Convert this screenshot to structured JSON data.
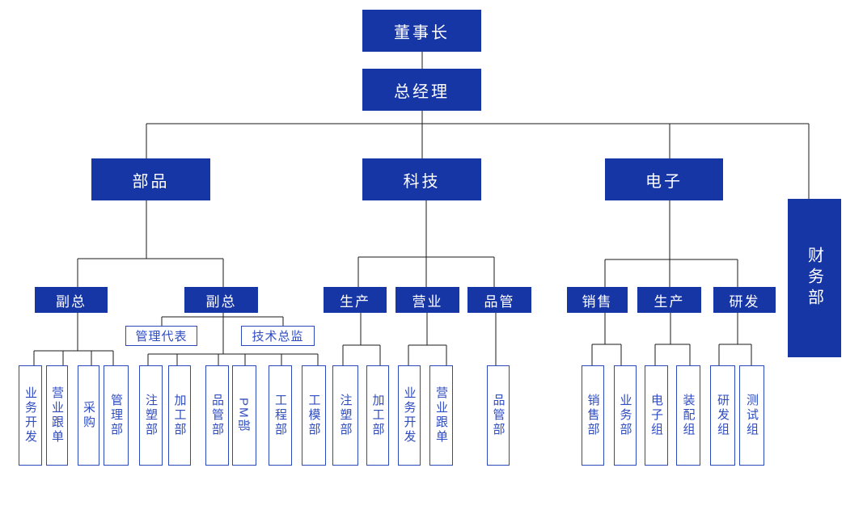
{
  "palette": {
    "filled_box_blue": "#1736a6",
    "filled_box_text": "#ffffff",
    "outline_box_border": "#2b49bb",
    "outline_box_text": "#2f4cc0",
    "connector_line": "#1a1a1a",
    "background": "#ffffff"
  },
  "org_chart": {
    "chairman": "董事长",
    "general_manager": "总经理",
    "finance": "财务部",
    "branches": [
      {
        "name": "部品",
        "sub": [
          {
            "name": "副总",
            "departments": [
              "业务开发",
              "营业跟单",
              "采购",
              "管理部"
            ]
          },
          {
            "name": "副总",
            "staff": [
              "管理代表",
              "技术总监"
            ],
            "departments": [
              "注塑部",
              "加工部",
              "品管部",
              "PM部",
              "工程部",
              "工模部"
            ]
          }
        ]
      },
      {
        "name": "科技",
        "sub": [
          {
            "name": "生产",
            "departments": [
              "注塑部",
              "加工部"
            ]
          },
          {
            "name": "营业",
            "departments": [
              "业务开发",
              "营业跟单"
            ]
          },
          {
            "name": "品管",
            "departments": [
              "品管部"
            ]
          }
        ]
      },
      {
        "name": "电子",
        "sub": [
          {
            "name": "销售",
            "departments": [
              "销售部",
              "业务部"
            ]
          },
          {
            "name": "生产",
            "departments": [
              "电子组",
              "装配组"
            ]
          },
          {
            "name": "研发",
            "departments": [
              "研发组",
              "测试组"
            ]
          }
        ]
      }
    ]
  }
}
